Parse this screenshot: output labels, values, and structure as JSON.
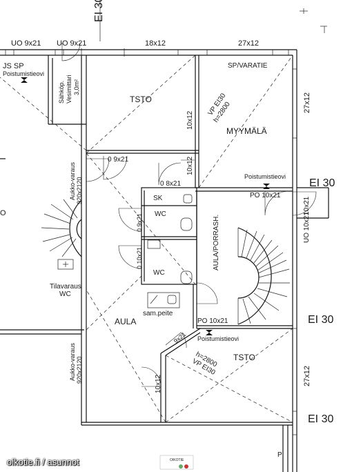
{
  "labels": {
    "ei30_top": "EI 30",
    "ei30_right_upper": "EI 30",
    "ei30_right_mid": "EI 30",
    "ei30_right_low": "EI 30",
    "uo9x21_a": "UO 9x21",
    "uo9x21_b": "UO 9x21",
    "top_18x12": "18x12",
    "top_27x12": "27x12",
    "sp_varatie": "SP/VARATIE",
    "js_sp": "JS SP",
    "poistumistieovi_left": "Poistumistieovi",
    "sahkop_1": "Sähköp.",
    "sahkop_2": "Vesimittari",
    "sahkop_3": "3,0m²",
    "tsto_upper": "TSTO",
    "myymala": "MYYMÄLÄ",
    "vp_ei30_upper": "VP EI30",
    "h2800_upper": "h=2800",
    "side_10x12_upper": "10x12",
    "side_27x12_upper": "27x12",
    "door_0_9x21": "0 9x21",
    "door_10x12_mid": "10x12",
    "door_0_8x21": "0 8x21",
    "poistumistieovi_mid": "Poistumistieovi",
    "po_10x21_upper": "PO 10x21",
    "door_10x21_right": "10x21",
    "uo_10x21": "UO 10x21",
    "aukko_varaus_upper": "Aukko-varaus",
    "size_920_upper": "920x2120",
    "sk": "SK",
    "wc_upper": "WC",
    "wc_lower": "WC",
    "door_9x21_wc": "0 9x21",
    "door_10x21_wc": "0 10x21",
    "aula_porrash": "AULA/PORRASH.",
    "tilavaraus": "Tilavaraus",
    "tilavaraus_wc": "WC",
    "sam_peite": "sam.peite",
    "aula": "AULA",
    "po_10x21_lower": "PO 10x21",
    "poistumistieovi_low": "Poistumistieovi",
    "door_9x21_low": "9x21",
    "tsto_lower": "TSTO",
    "h2800_lower": "h=2800",
    "vp_ei30_lower": "VP EI30",
    "aukko_varaus_lower": "Aukko-varaus",
    "size_920_lower": "920x2120",
    "side_10x12_lower": "10x12",
    "side_27x12_lower": "27x12",
    "left_o": "O",
    "right_p": "P",
    "logo_text": "OIKOTIE"
  },
  "watermark": "oikotie.fi / asunnot"
}
